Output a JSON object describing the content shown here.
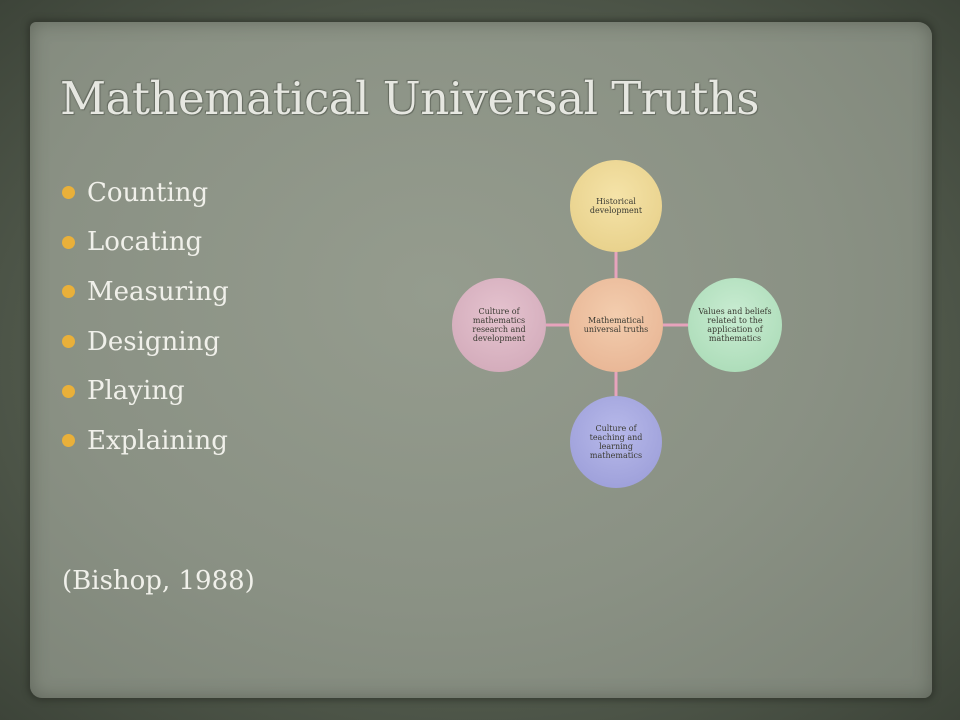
{
  "slide": {
    "title": "Mathematical Universal Truths",
    "bullets": [
      "Counting",
      "Locating",
      "Measuring",
      "Designing",
      "Playing",
      "Explaining"
    ],
    "citation": "(Bishop, 1988)"
  },
  "diagram": {
    "center": "Mathematical universal truths",
    "top": "Historical development",
    "right": "Values and beliefs related to the application of mathematics",
    "bottom": "Culture of teaching and learning mathematics",
    "left": "Culture of mathematics research and development",
    "connector_color": "#e7a3bc"
  },
  "colors": {
    "bullet": "#e9b03a",
    "center_node": "#e6b190",
    "top_node": "#e5cd85",
    "right_node": "#a6d9b3",
    "bottom_node": "#989ad6",
    "left_node": "#cfa6b6"
  }
}
